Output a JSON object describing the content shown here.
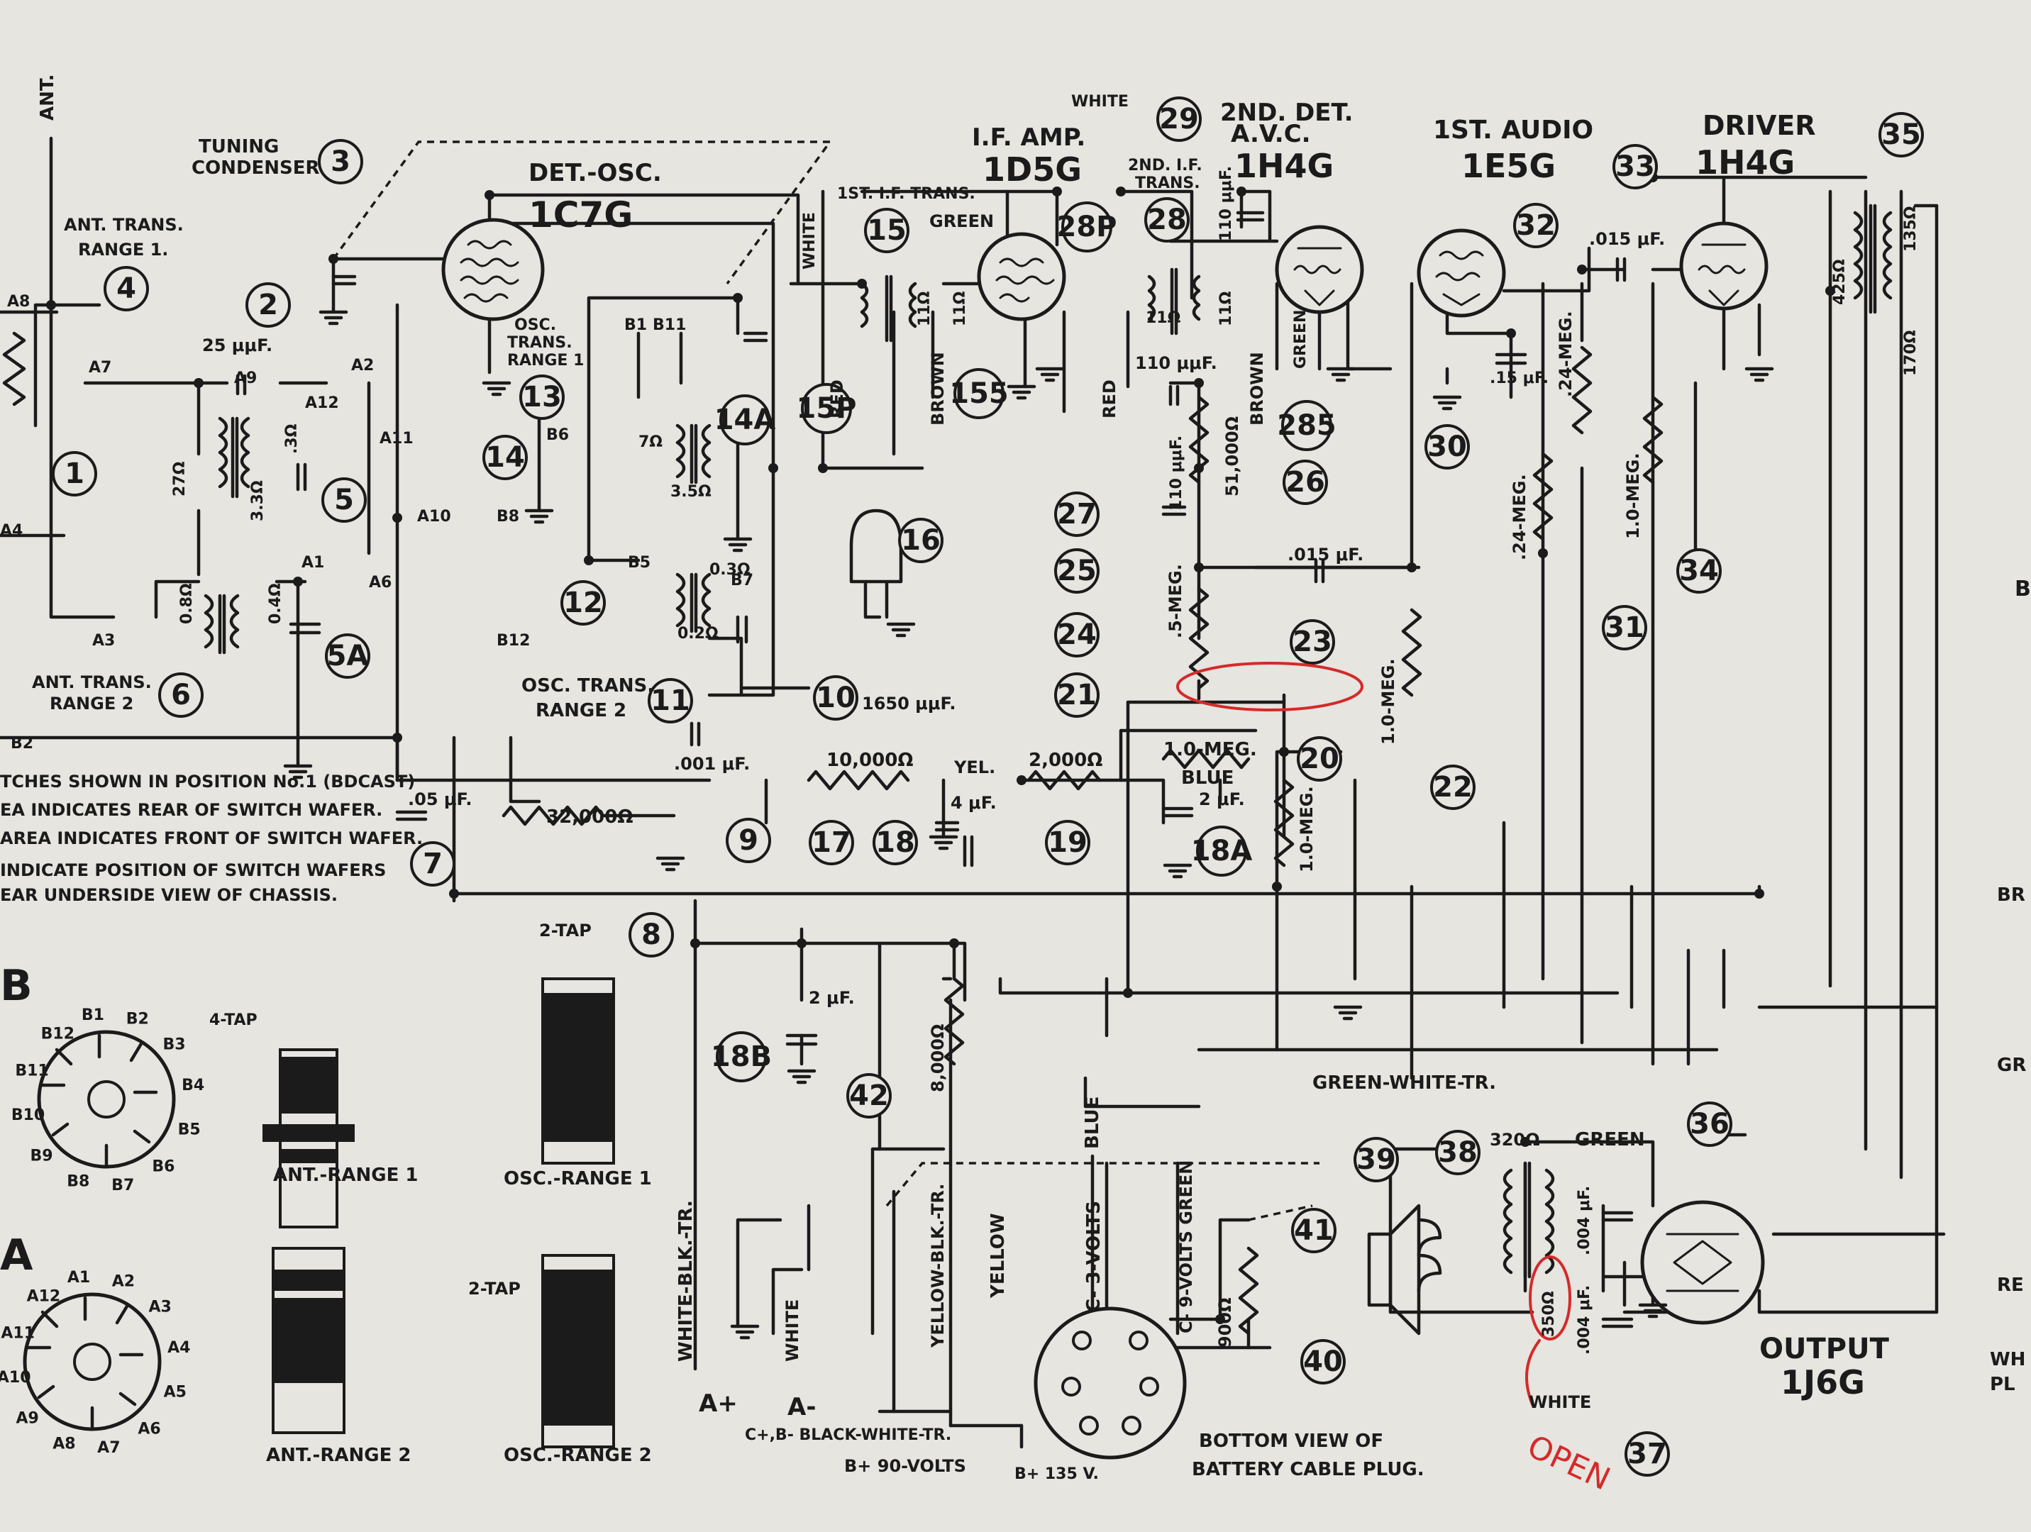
{
  "tubes": [
    {
      "function": "DET.-OSC.",
      "type": "1C7G"
    },
    {
      "function": "I.F. AMP.",
      "type": "1D5G"
    },
    {
      "function": "2ND. DET. A.V.C.",
      "type": "1H4G"
    },
    {
      "function": "1ST. AUDIO",
      "type": "1E5G"
    },
    {
      "function": "DRIVER",
      "type": "1H4G"
    },
    {
      "function": "OUTPUT",
      "type": "1J6G"
    }
  ],
  "labels": {
    "ant": "ANT.",
    "tuning_condenser": "TUNING CONDENSER",
    "ant_trans_1": [
      "ANT. TRANS.",
      "RANGE 1."
    ],
    "ant_trans_2": [
      "ANT. TRANS.",
      "RANGE 2"
    ],
    "osc_trans_1": [
      "OSC.",
      "TRANS.",
      "RANGE 1"
    ],
    "osc_trans_2": [
      "OSC. TRANS.",
      "RANGE 2"
    ],
    "first_if_trans": "1ST. I.F. TRANS.",
    "second_if_trans": [
      "2ND. I.F.",
      "TRANS."
    ],
    "white_top": "WHITE",
    "green": "GREEN",
    "white": "WHITE",
    "red": "RED",
    "brown": "BROWN",
    "yel": "YEL.",
    "blue": "BLUE",
    "green_white_tr": "GREEN-WHITE-TR.",
    "white_blk_tr": "WHITE-BLK.-TR.",
    "yellow_blk_tr": "YELLOW-BLK.-TR.",
    "yellow": "YELLOW",
    "blue_wire": "BLUE",
    "c3": "C- 3-VOLTS",
    "c9": "C- 9-VOLTS GREEN",
    "a_plus": "A+",
    "a_minus": "A-",
    "white_a": "WHITE",
    "cb_black": "C+,B- BLACK-WHITE-TR.",
    "b90": "B+ 90-VOLTS",
    "b135": "B+ 135 V.",
    "bottom_view": [
      "BOTTOM VIEW OF",
      "BATTERY CABLE PLUG."
    ],
    "notes": [
      "TCHES SHOWN IN POSITION No.1 (BDCAST)",
      "EA INDICATES REAR OF SWITCH WAFER.",
      "AREA INDICATES FRONT OF SWITCH WAFER.",
      "INDICATE POSITION OF SWITCH WAFERS",
      "EAR UNDERSIDE VIEW OF CHASSIS."
    ],
    "open_note": "OPEN",
    "wafer_b": "B",
    "wafer_a": "A",
    "edge_br": "BR",
    "edge_gr": "GR",
    "edge_re": "RE",
    "edge_wh": [
      "WH",
      "PL"
    ],
    "edge_b": "B"
  },
  "values": {
    "c2": "25 μμF.",
    "r27a": "27Ω",
    "c5a": ".3Ω",
    "r3_3": "3.3Ω",
    "ant2_r": "0.8Ω",
    "ant2_r2": "0.4Ω",
    "osc_7": "7Ω",
    "osc_35": "3.5Ω",
    "osc_03": "0.3Ω",
    "osc_02": "0.2Ω",
    "c10": "1650 μμF.",
    "c7": ".05 μF.",
    "c9": ".001 μF.",
    "r8": "32,000Ω",
    "r17": "10,000Ω",
    "c18": "4 μF.",
    "r19": "2,000Ω",
    "c18a": "2 μF.",
    "c18b": "2 μF.",
    "r42": "8,000Ω",
    "c27": "110 μμF.",
    "c25": "110 μμF.",
    "r26": "51,000Ω",
    "if_11_a": "11Ω",
    "if_11_b": "11Ω",
    "if_11_c": "11Ω",
    "if_11_d": "11Ω",
    "c29": "110 μμF.",
    "c23": ".015 μF.",
    "r24": ".5-MEG.",
    "r21": "1.0-MEG.",
    "r20": "1.0-MEG.",
    "r22": "1.0-MEG.",
    "c30": ".15 μF.",
    "r32": ".24-MEG.",
    "r31": ".24-MEG.",
    "c33": ".015 μF.",
    "r34": "1.0-MEG.",
    "t35a": "425Ω",
    "t35b": "135Ω",
    "t35c": "170Ω",
    "t38a": "320Ω",
    "t38b": "350Ω",
    "c36": ".004 μF.",
    "c37": ".004 μF.",
    "r40": "900Ω"
  },
  "coil_tags": {
    "ant1": "4-TAP",
    "osc1": "2-TAP",
    "osc2": "2-TAP",
    "ant1_caption": "ANT.-RANGE 1",
    "ant2_caption": "ANT.-RANGE 2",
    "osc1_caption": "OSC.-RANGE 1",
    "osc2_caption": "OSC.-RANGE 2"
  },
  "wafer_b_contacts": [
    "B1",
    "B2",
    "B3",
    "B4",
    "B5",
    "B6",
    "B7",
    "B8",
    "B9",
    "B10",
    "B11",
    "B12"
  ],
  "wafer_a_contacts": [
    "A1",
    "A2",
    "A3",
    "A4",
    "A5",
    "A6",
    "A7",
    "A8",
    "A9",
    "A10",
    "A11",
    "A12"
  ],
  "switch_points": [
    "A8",
    "A7",
    "A9",
    "A12",
    "A2",
    "A11",
    "A4",
    "A10",
    "A1",
    "A6",
    "A3",
    "B2",
    "B1",
    "B11",
    "B6",
    "B8",
    "B12",
    "B5",
    "B7"
  ]
}
